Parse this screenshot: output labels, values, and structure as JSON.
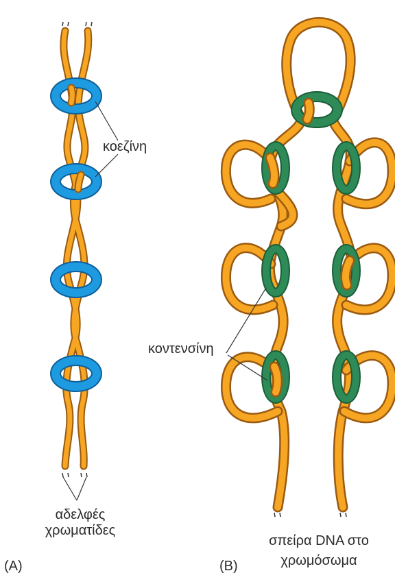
{
  "panel_a": {
    "letter": "(A)",
    "cohesin_label": "κοεζίνη",
    "sister_label_line1": "αδελφές",
    "sister_label_line2": "χρωματίδες"
  },
  "panel_b": {
    "letter": "(B)",
    "condensin_label": "κοντενσίνη",
    "dna_label_line1": "σπείρα DNA στο",
    "dna_label_line2": "χρωμόσωμα"
  },
  "colors": {
    "dna_fill": "#f6a623",
    "dna_outline": "#9a5a10",
    "cohesin": "#1e9be0",
    "cohesin_outline": "#0e5f9a",
    "condensin": "#2e8b57",
    "condensin_outline": "#1b5e3a",
    "leader_line": "#333333"
  }
}
